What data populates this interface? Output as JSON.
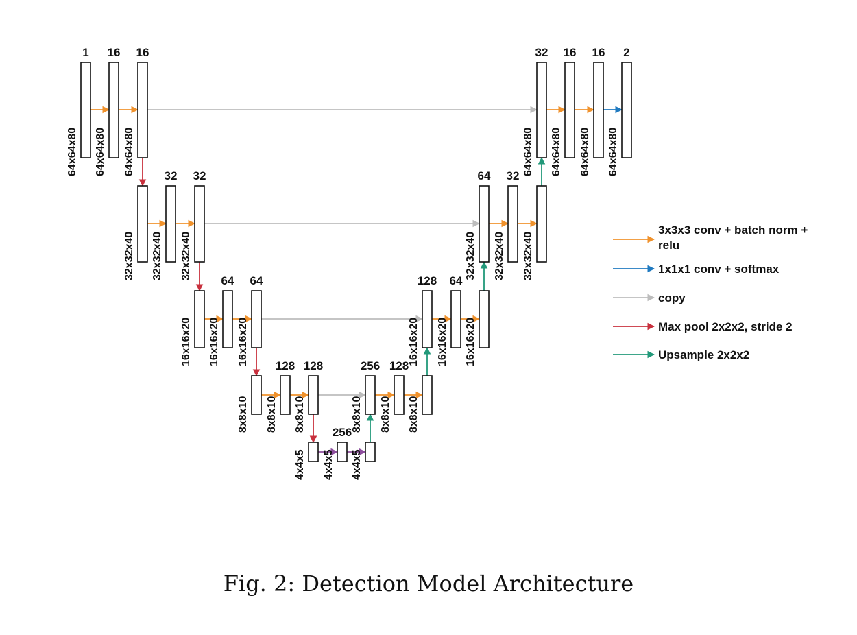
{
  "colors": {
    "conv": "#f0922c",
    "softmax": "#1f7ac0",
    "copy": "#bdbdbd",
    "maxpool": "#c8303d",
    "upsample": "#22997a",
    "bottleneck": "#8e4f9e",
    "box_stroke": "#111111"
  },
  "blocks": [
    {
      "id": "e1a",
      "channels": "1",
      "size": "64x64x80"
    },
    {
      "id": "e1b",
      "channels": "16",
      "size": "64x64x80"
    },
    {
      "id": "e1c",
      "channels": "16",
      "size": "64x64x80"
    },
    {
      "id": "e2a",
      "channels": "",
      "size": "32x32x40"
    },
    {
      "id": "e2b",
      "channels": "32",
      "size": "32x32x40"
    },
    {
      "id": "e2c",
      "channels": "32",
      "size": "32x32x40"
    },
    {
      "id": "e3a",
      "channels": "",
      "size": "16x16x20"
    },
    {
      "id": "e3b",
      "channels": "64",
      "size": "16x16x20"
    },
    {
      "id": "e3c",
      "channels": "64",
      "size": "16x16x20"
    },
    {
      "id": "e4a",
      "channels": "",
      "size": "8x8x10"
    },
    {
      "id": "e4b",
      "channels": "128",
      "size": "8x8x10"
    },
    {
      "id": "e4c",
      "channels": "128",
      "size": "8x8x10"
    },
    {
      "id": "b1",
      "channels": "",
      "size": "4x4x5"
    },
    {
      "id": "b2",
      "channels": "256",
      "size": "4x4x5"
    },
    {
      "id": "b3",
      "channels": "",
      "size": "4x4x5"
    },
    {
      "id": "d4a",
      "channels": "256",
      "size": "8x8x10"
    },
    {
      "id": "d4b",
      "channels": "128",
      "size": "8x8x10"
    },
    {
      "id": "d4c",
      "channels": "",
      "size": "8x8x10"
    },
    {
      "id": "d3a",
      "channels": "128",
      "size": "16x16x20"
    },
    {
      "id": "d3b",
      "channels": "64",
      "size": "16x16x20"
    },
    {
      "id": "d3c",
      "channels": "",
      "size": "16x16x20"
    },
    {
      "id": "d2a",
      "channels": "64",
      "size": "32x32x40"
    },
    {
      "id": "d2b",
      "channels": "32",
      "size": "32x32x40"
    },
    {
      "id": "d2c",
      "channels": "",
      "size": "32x32x40"
    },
    {
      "id": "d1a",
      "channels": "32",
      "size": "64x64x80"
    },
    {
      "id": "d1b",
      "channels": "16",
      "size": "64x64x80"
    },
    {
      "id": "d1c",
      "channels": "16",
      "size": "64x64x80"
    },
    {
      "id": "d1d",
      "channels": "2",
      "size": "64x64x80"
    }
  ],
  "connections": [
    {
      "from": "e1a",
      "to": "e1b",
      "kind": "conv"
    },
    {
      "from": "e1b",
      "to": "e1c",
      "kind": "conv"
    },
    {
      "from": "e1c",
      "to": "e2a",
      "kind": "maxpool"
    },
    {
      "from": "e2a",
      "to": "e2b",
      "kind": "conv"
    },
    {
      "from": "e2b",
      "to": "e2c",
      "kind": "conv"
    },
    {
      "from": "e2c",
      "to": "e3a",
      "kind": "maxpool"
    },
    {
      "from": "e3a",
      "to": "e3b",
      "kind": "conv"
    },
    {
      "from": "e3b",
      "to": "e3c",
      "kind": "conv"
    },
    {
      "from": "e3c",
      "to": "e4a",
      "kind": "maxpool"
    },
    {
      "from": "e4a",
      "to": "e4b",
      "kind": "conv"
    },
    {
      "from": "e4b",
      "to": "e4c",
      "kind": "conv"
    },
    {
      "from": "e4c",
      "to": "b1",
      "kind": "maxpool"
    },
    {
      "from": "b1",
      "to": "b2",
      "kind": "bottleneck"
    },
    {
      "from": "b2",
      "to": "b3",
      "kind": "bottleneck"
    },
    {
      "from": "b3",
      "to": "d4a",
      "kind": "upsample"
    },
    {
      "from": "d4a",
      "to": "d4b",
      "kind": "conv"
    },
    {
      "from": "d4b",
      "to": "d4c",
      "kind": "conv"
    },
    {
      "from": "d4c",
      "to": "d3a",
      "kind": "upsample"
    },
    {
      "from": "d3a",
      "to": "d3b",
      "kind": "conv"
    },
    {
      "from": "d3b",
      "to": "d3c",
      "kind": "conv"
    },
    {
      "from": "d3c",
      "to": "d2a",
      "kind": "upsample"
    },
    {
      "from": "d2a",
      "to": "d2b",
      "kind": "conv"
    },
    {
      "from": "d2b",
      "to": "d2c",
      "kind": "conv"
    },
    {
      "from": "d2c",
      "to": "d1a",
      "kind": "upsample"
    },
    {
      "from": "d1a",
      "to": "d1b",
      "kind": "conv"
    },
    {
      "from": "d1b",
      "to": "d1c",
      "kind": "conv"
    },
    {
      "from": "d1c",
      "to": "d1d",
      "kind": "softmax"
    },
    {
      "from": "e1c",
      "to": "d1a",
      "kind": "copy"
    },
    {
      "from": "e2c",
      "to": "d2a",
      "kind": "copy"
    },
    {
      "from": "e3c",
      "to": "d3a",
      "kind": "copy"
    },
    {
      "from": "e4c",
      "to": "d4a",
      "kind": "copy"
    }
  ],
  "legend": [
    {
      "kind": "conv",
      "lines": [
        "3x3x3 conv + batch norm +",
        "relu"
      ]
    },
    {
      "kind": "softmax",
      "lines": [
        "1x1x1 conv + softmax"
      ]
    },
    {
      "kind": "copy",
      "lines": [
        "copy"
      ]
    },
    {
      "kind": "maxpool",
      "lines": [
        "Max pool 2x2x2, stride 2"
      ]
    },
    {
      "kind": "upsample",
      "lines": [
        "Upsample 2x2x2"
      ]
    }
  ],
  "caption": "Fig. 2: Detection Model Architecture"
}
